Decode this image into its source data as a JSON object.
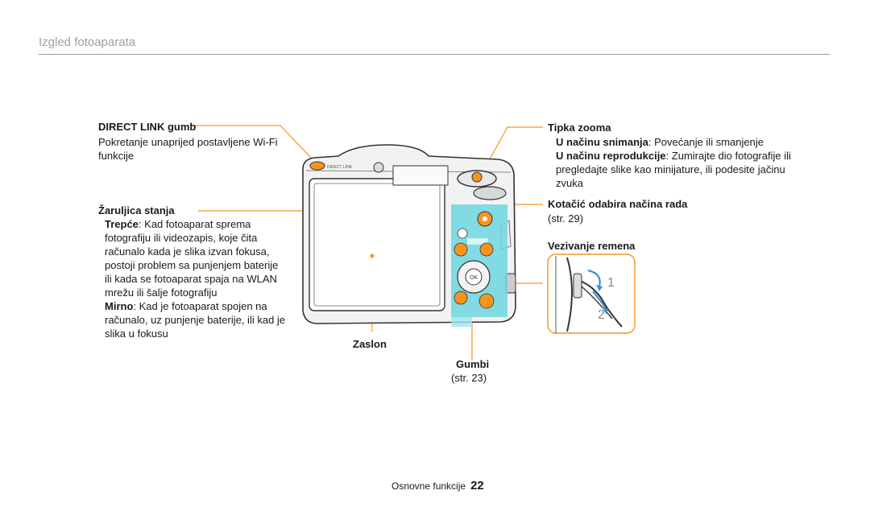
{
  "header": {
    "title": "Izgled fotoaparata"
  },
  "callouts": {
    "direct_link": {
      "title": "DIRECT LINK gumb",
      "desc_line1": "Pokretanje unaprijed postavljene Wi-Fi",
      "desc_line2": "funkcije"
    },
    "status_light": {
      "title": "Žaruljica stanja",
      "blink_term": "Trepće",
      "blink_line1": ": Kad fotoaparat sprema",
      "blink_line2": "fotografiju ili videozapis, koje čita",
      "blink_line3": "računalo kada je slika izvan fokusa,",
      "blink_line4": "postoji problem sa punjenjem baterije",
      "blink_line5": "ili kada se fotoaparat spaja na WLAN",
      "blink_line6": "mrežu ili šalje fotografiju",
      "steady_term": "Mirno",
      "steady_line1": ": Kad je fotoaparat spojen na",
      "steady_line2": "računalo, uz punjenje baterije, ili kad je",
      "steady_line3": "slika u fokusu"
    },
    "screen": {
      "title": "Zaslon"
    },
    "buttons": {
      "title": "Gumbi",
      "page_ref": "(str. 23)"
    },
    "zoom": {
      "title": "Tipka zooma",
      "shoot_term": "U načinu snimanja",
      "shoot_desc": ": Povećanje ili smanjenje",
      "play_term": "U načinu reprodukcije",
      "play_desc_line1": ": Zumirajte dio fotografije ili",
      "play_desc_line2": "pregledajte slike kao minijature, ili podesite jačinu",
      "play_desc_line3": "zvuka"
    },
    "mode_dial": {
      "title": "Kotačić odabira načina rada",
      "page_ref": "(str. 29)"
    },
    "strap": {
      "title": "Vezivanje remena",
      "step1": "1",
      "step2": "2"
    }
  },
  "camera": {
    "direct_label": "DIRECT LINK"
  },
  "footer": {
    "section": "Osnovne funkcije",
    "page_number": "22"
  },
  "colors": {
    "accent": "#f7941d",
    "highlight": "#6fd6e0",
    "rule": "#9a9a9a"
  },
  "icons": [
    "wifi-icon",
    "play-icon",
    "menu-icon",
    "ok-icon",
    "trash-icon",
    "record-icon"
  ]
}
